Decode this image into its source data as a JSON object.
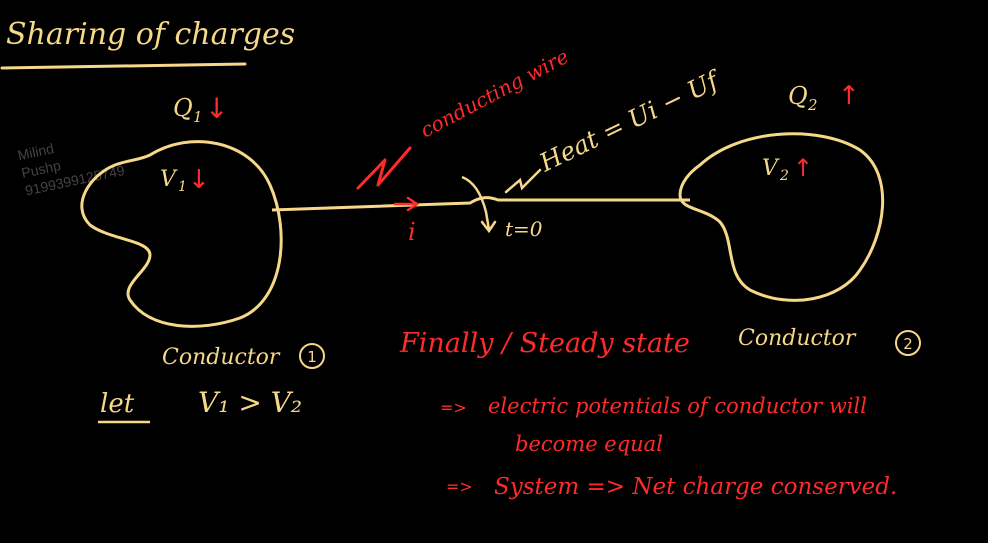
{
  "title": "Sharing of charges",
  "conductor1": {
    "label": "Conductor",
    "number": "1",
    "charge": "Q",
    "charge_sub": "1",
    "charge_arrow": "↓",
    "potential": "V",
    "potential_sub": "1",
    "potential_arrow": "↓"
  },
  "conductor2": {
    "label": "Conductor",
    "number": "2",
    "charge": "Q",
    "charge_sub": "2",
    "charge_arrow": "↑",
    "potential": "V",
    "potential_sub": "2",
    "potential_arrow": "↑"
  },
  "wire": {
    "label": "conducting wire",
    "current": "i",
    "switch_time": "t=0",
    "heat_eq": "Heat = Ui − Uf"
  },
  "assumption": {
    "keyword": "let",
    "relation": "V₁ > V₂"
  },
  "steady_state": {
    "heading": "Finally / Steady state",
    "bullet1_marker": "=>",
    "bullet1_line1": "electric potentials of conductor will",
    "bullet1_line2": "become equal",
    "bullet2_marker": "=>",
    "bullet2_text": "System => Net charge conserved."
  },
  "watermark": {
    "line1": "Milind",
    "line2": "Pushp",
    "line3": "9199399125749"
  },
  "colors": {
    "background": "#000000",
    "chalk_yellow": "#f6d889",
    "chalk_red": "#ff2a2a"
  }
}
